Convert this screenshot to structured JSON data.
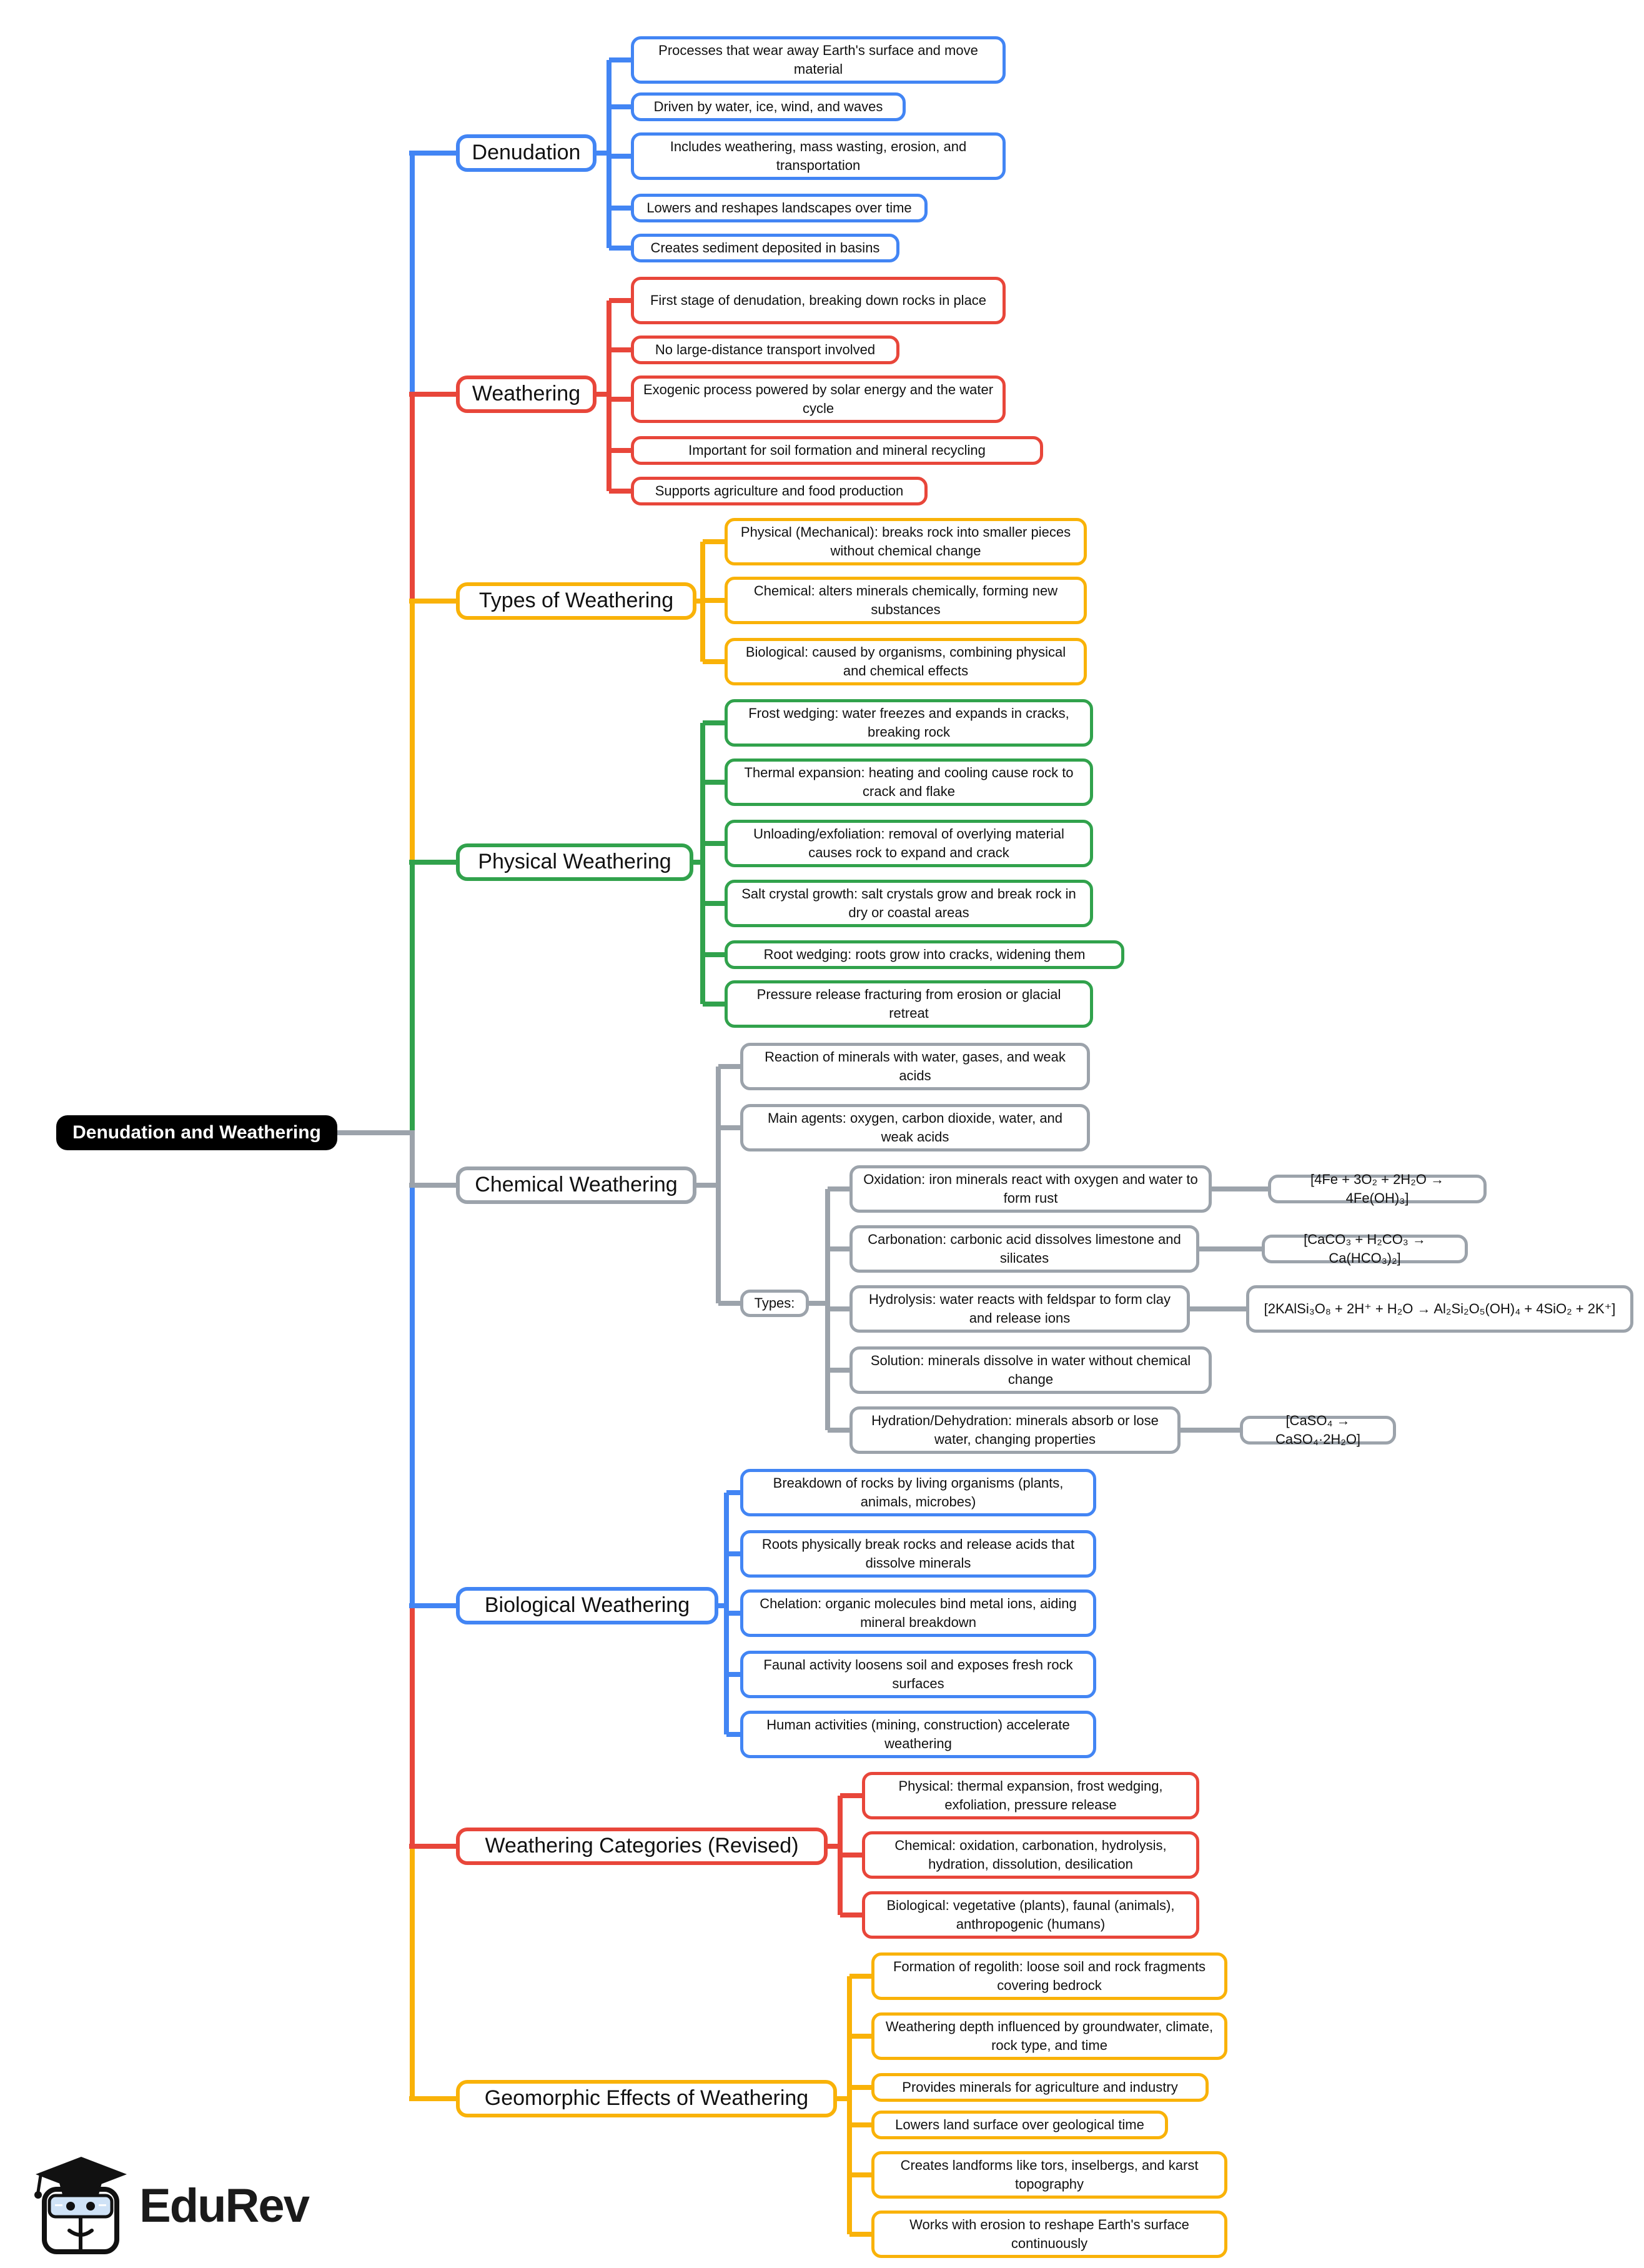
{
  "root": {
    "label": "Denudation and Weathering"
  },
  "colors": {
    "blue": "#4285F4",
    "red": "#E8463A",
    "yellow": "#F9B208",
    "green": "#31A24C",
    "gray": "#9CA3AB",
    "root_bg": "#000000"
  },
  "branches": [
    {
      "label": "Denudation",
      "color": "blue",
      "children": [
        "Processes that wear away Earth's surface and move material",
        "Driven by water, ice, wind, and waves",
        "Includes weathering, mass wasting, erosion, and transportation",
        "Lowers and reshapes landscapes over time",
        "Creates sediment deposited in basins"
      ]
    },
    {
      "label": "Weathering",
      "color": "red",
      "children": [
        "First stage of denudation, breaking down rocks in place",
        "No large-distance transport involved",
        "Exogenic process powered by solar energy and the water cycle",
        "Important for soil formation and mineral recycling",
        "Supports agriculture and food production"
      ]
    },
    {
      "label": "Types of Weathering",
      "color": "yellow",
      "children": [
        "Physical (Mechanical): breaks rock into smaller pieces without chemical change",
        "Chemical: alters minerals chemically, forming new substances",
        "Biological: caused by organisms, combining physical and chemical effects"
      ]
    },
    {
      "label": "Physical Weathering",
      "color": "green",
      "children": [
        "Frost wedging: water freezes and expands in cracks, breaking rock",
        "Thermal expansion: heating and cooling cause rock to crack and flake",
        "Unloading/exfoliation: removal of overlying material causes rock to expand and crack",
        "Salt crystal growth: salt crystals grow and break rock in dry or coastal areas",
        "Root wedging: roots grow into cracks, widening them",
        "Pressure release fracturing from erosion or glacial retreat"
      ]
    },
    {
      "label": "Chemical Weathering",
      "color": "gray",
      "children": [
        "Reaction of minerals with water, gases, and weak acids",
        "Main agents: oxygen, carbon dioxide, water, and weak acids"
      ],
      "types_label": "Types:",
      "types": [
        {
          "text": "Oxidation: iron minerals react with oxygen and water to form rust",
          "formula": "[4Fe + 3O₂ + 2H₂O → 4Fe(OH)₃]"
        },
        {
          "text": "Carbonation: carbonic acid dissolves limestone and silicates",
          "formula": "[CaCO₃ + H₂CO₃ → Ca(HCO₃)₂]"
        },
        {
          "text": "Hydrolysis: water reacts with feldspar to form clay and release ions",
          "formula": "[2KAlSi₃O₈ + 2H⁺ + H₂O → Al₂Si₂O₅(OH)₄ + 4SiO₂ + 2K⁺]"
        },
        {
          "text": "Solution: minerals dissolve in water without chemical change"
        },
        {
          "text": "Hydration/Dehydration: minerals absorb or lose water, changing properties",
          "formula": "[CaSO₄ → CaSO₄·2H₂O]"
        }
      ]
    },
    {
      "label": "Biological Weathering",
      "color": "blue",
      "children": [
        "Breakdown of rocks by living organisms (plants, animals, microbes)",
        "Roots physically break rocks and release acids that dissolve minerals",
        "Chelation: organic molecules bind metal ions, aiding mineral breakdown",
        "Faunal activity loosens soil and exposes fresh rock surfaces",
        "Human activities (mining, construction) accelerate weathering"
      ]
    },
    {
      "label": "Weathering Categories (Revised)",
      "color": "red",
      "children": [
        "Physical: thermal expansion, frost wedging, exfoliation, pressure release",
        "Chemical: oxidation, carbonation, hydrolysis, hydration, dissolution, desilication",
        "Biological: vegetative (plants), faunal (animals), anthropogenic (humans)"
      ]
    },
    {
      "label": "Geomorphic Effects of Weathering",
      "color": "yellow",
      "children": [
        "Formation of regolith: loose soil and rock fragments covering bedrock",
        "Weathering depth influenced by groundwater, climate, rock type, and time",
        "Provides minerals for agriculture and industry",
        "Lowers land surface over geological time",
        "Creates landforms like tors, inselbergs, and karst topography",
        "Works with erosion to reshape Earth's surface continuously"
      ]
    }
  ],
  "logo": {
    "brand": "EduRev"
  }
}
